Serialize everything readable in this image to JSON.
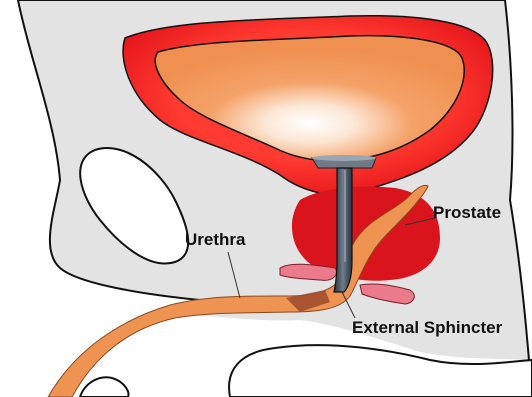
{
  "labels": {
    "prostate": "Prostate",
    "urethra": "Urethra",
    "external_sphincter": "External Sphincter"
  },
  "colors": {
    "tissue_gray": "#e3e3e3",
    "bladder_wall": "#e8151b",
    "bladder_inner": "#f4a268",
    "prostate": "#d9141c",
    "urethra": "#ef9352",
    "sphincter": "#ea7a8c",
    "device": "#3d4a5a",
    "outline": "#111111"
  }
}
